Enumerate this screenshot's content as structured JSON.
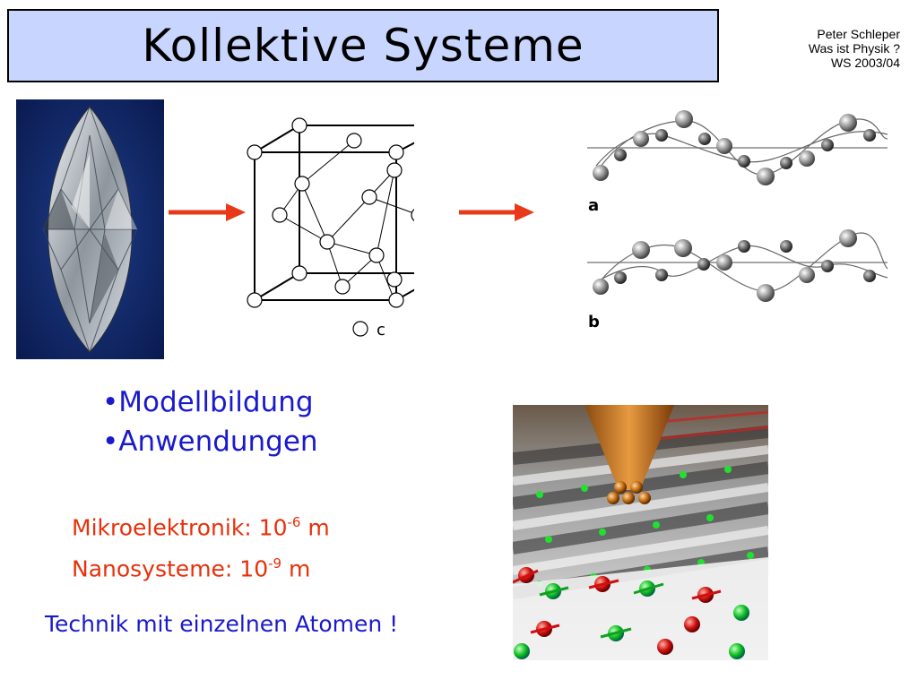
{
  "header": {
    "title": "Kollektive Systeme",
    "author": "Peter Schleper",
    "course": "Was ist Physik ?",
    "semester": "WS 2003/04"
  },
  "figures": {
    "diamond_icon": "diamond-image",
    "crystal_atom_label": "c",
    "wave_label_a": "a",
    "wave_label_b": "b",
    "stm_icon": "stm-tip-image"
  },
  "bullets": [
    "•Modellbildung",
    "•Anwendungen"
  ],
  "scales": {
    "micro_label": "Mikroelektronik: 10",
    "micro_exp": "-6",
    "micro_unit": " m",
    "nano_label": "Nanosysteme: 10",
    "nano_exp": "-9",
    "nano_unit": " m"
  },
  "footer_text": "Technik mit einzelnen Atomen !",
  "colors": {
    "title_bg": "#c8d6ff",
    "bullet_text": "#1a1acc",
    "scale_text": "#e8300a",
    "arrow": "#e83a1a"
  }
}
